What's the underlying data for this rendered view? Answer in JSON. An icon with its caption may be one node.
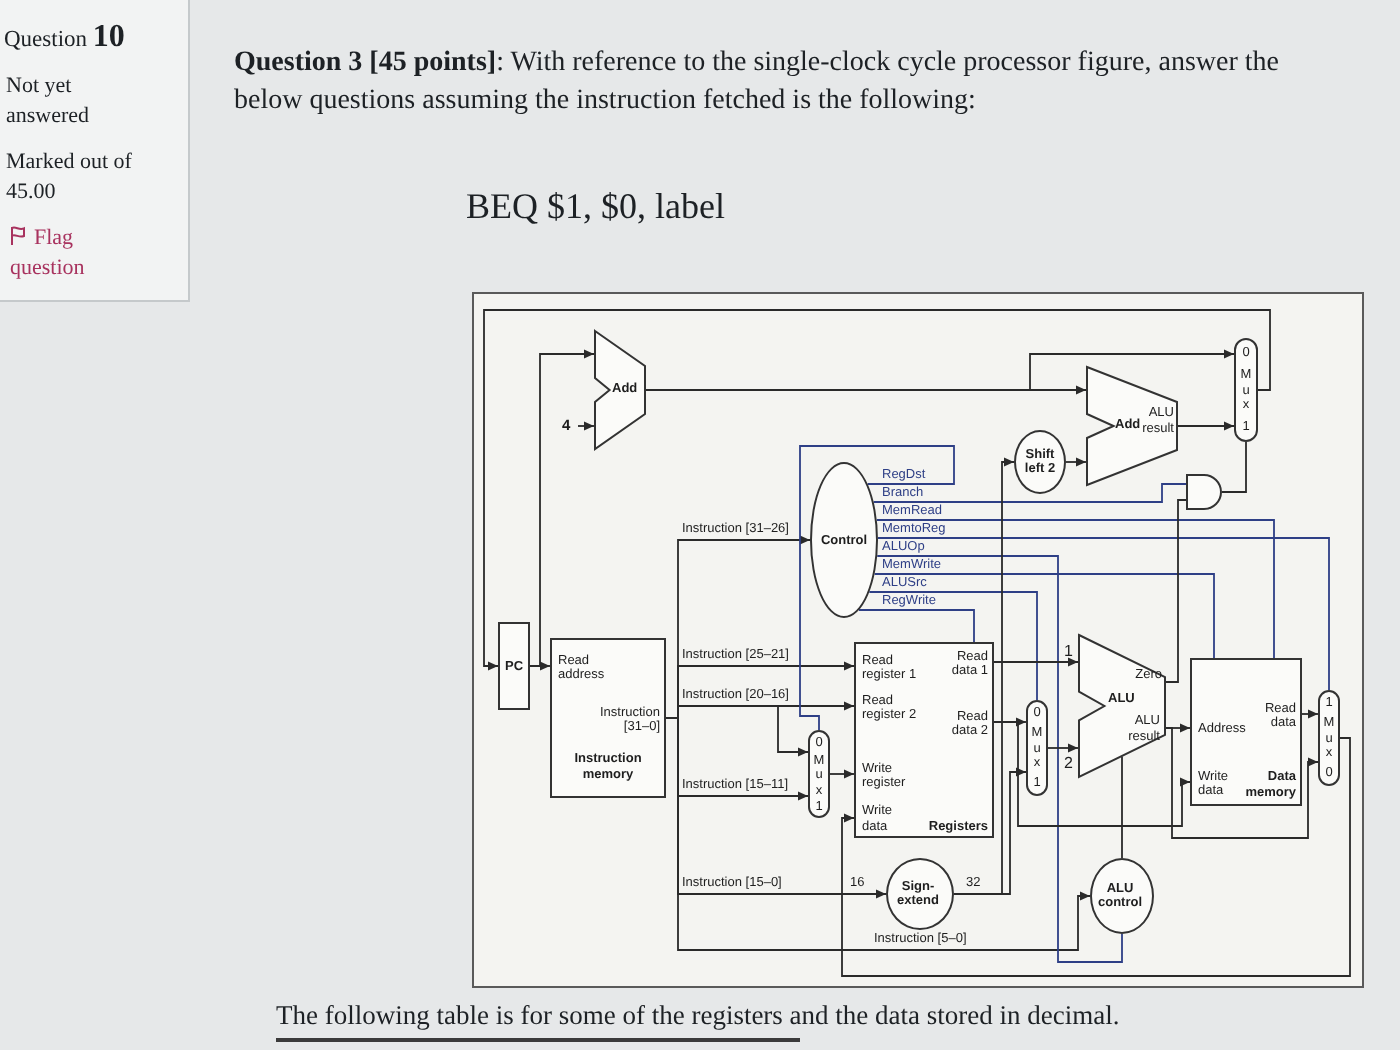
{
  "diagram": {
    "nodes": [
      {
        "text": [
          "PC"
        ]
      },
      {
        "text": [
          "Read address",
          "Instruction [31–0]",
          "Instruction memory"
        ]
      },
      {
        "text": [
          "Add"
        ]
      },
      {
        "text": [
          "4"
        ]
      },
      {
        "text": [
          "Control"
        ]
      },
      {
        "text": [
          "Read register 1",
          "Read register 2",
          "Write register",
          "Write data",
          "Read data 1",
          "Read data 2",
          "Registers"
        ]
      },
      {
        "text": [
          "0",
          "Mux",
          "1"
        ]
      },
      {
        "text": [
          "Sign-extend"
        ]
      },
      {
        "text": [
          "Shift left 2"
        ]
      },
      {
        "text": [
          "Add",
          "ALU result"
        ]
      },
      {
        "text": [
          "0",
          "Mux",
          "1"
        ]
      },
      {
        "text": [],
        "shape": "gate"
      },
      {
        "text": [
          "0",
          "Mux",
          "1"
        ]
      },
      {
        "text": [
          "ALU",
          "Zero",
          "ALU result"
        ]
      },
      {
        "text": [
          "ALU control"
        ]
      },
      {
        "text": [
          "Address",
          "Read data",
          "Write data",
          "Data memory"
        ]
      },
      {
        "text": [
          "1",
          "Mux",
          "0"
        ]
      }
    ],
    "edges": [
      {
        "from": 0,
        "to": 1,
        "arrow": "to"
      },
      {
        "from": 0,
        "to": 2,
        "arrow": "to"
      },
      {
        "from": 3,
        "to": 2,
        "arrow": "to"
      },
      {
        "from": 2,
        "to": 10,
        "arrow": "to"
      },
      {
        "from": 2,
        "to": 9,
        "arrow": "to"
      },
      {
        "from": 1,
        "to": 4,
        "arrow": "to",
        "label": "Instruction [31–26]"
      },
      {
        "from": 1,
        "to": 5,
        "arrow": "to",
        "label": "Instruction [25–21]"
      },
      {
        "from": 1,
        "to": 5,
        "arrow": "to",
        "label": "Instruction [20–16]"
      },
      {
        "from": 1,
        "to": 6,
        "arrow": "to"
      },
      {
        "from": 1,
        "to": 6,
        "arrow": "to",
        "label": "Instruction [15–11]"
      },
      {
        "from": 1,
        "to": 7,
        "arrow": "to",
        "label": "Instruction [15–0]"
      },
      {
        "from": 1,
        "to": 14,
        "arrow": "to",
        "label": "Instruction [5–0]"
      },
      {
        "from": 4,
        "to": 6,
        "arrow": "none",
        "label": "RegDst",
        "color": "#2e3f86"
      },
      {
        "from": 4,
        "to": 11,
        "arrow": "none",
        "label": "Branch",
        "color": "#2e3f86"
      },
      {
        "from": 4,
        "to": 15,
        "arrow": "none",
        "label": "MemRead",
        "color": "#2e3f86"
      },
      {
        "from": 4,
        "to": 16,
        "arrow": "none",
        "label": "MemtoReg",
        "color": "#2e3f86"
      },
      {
        "from": 4,
        "to": 14,
        "arrow": "none",
        "label": "ALUOp",
        "color": "#2e3f86"
      },
      {
        "from": 4,
        "to": 15,
        "arrow": "none",
        "label": "MemWrite",
        "color": "#2e3f86"
      },
      {
        "from": 4,
        "to": 12,
        "arrow": "none",
        "label": "ALUSrc",
        "color": "#2e3f86"
      },
      {
        "from": 4,
        "to": 5,
        "arrow": "none",
        "label": "RegWrite",
        "color": "#2e3f86"
      },
      {
        "from": 6,
        "to": 5,
        "arrow": "to"
      },
      {
        "from": 7,
        "to": 8,
        "arrow": "to"
      },
      {
        "from": 7,
        "to": 12,
        "arrow": "to"
      },
      {
        "from": 8,
        "to": 9,
        "arrow": "to"
      },
      {
        "from": 9,
        "to": 10,
        "arrow": "to"
      },
      {
        "from": 11,
        "to": 10,
        "arrow": "none"
      },
      {
        "from": 10,
        "to": 0,
        "arrow": "to"
      },
      {
        "from": 5,
        "to": 13,
        "arrow": "to",
        "label": "1"
      },
      {
        "from": 5,
        "to": 12,
        "arrow": "to"
      },
      {
        "from": 5,
        "to": 15,
        "arrow": "to"
      },
      {
        "from": 12,
        "to": 13,
        "arrow": "to",
        "label": "2"
      },
      {
        "from": 13,
        "to": 11,
        "arrow": "none"
      },
      {
        "from": 13,
        "to": 15,
        "arrow": "to"
      },
      {
        "from": 13,
        "to": 16,
        "arrow": "to"
      },
      {
        "from": 14,
        "to": 13,
        "arrow": "none"
      },
      {
        "from": 15,
        "to": 16,
        "arrow": "to"
      },
      {
        "from": 16,
        "to": 5,
        "arrow": "to"
      }
    ],
    "labels": [
      "Question **10**",
      "Not yet answered",
      "Marked out of 45.00",
      "Flag question",
      "**Question 3 [45 points]**: With reference to the single-clock cycle processor figure, answer the below questions assuming the instruction fetched is the following:",
      "BEQ $1, $0, label",
      "16",
      "32",
      "The following table is for some of the registers and the data stored in decimal."
    ]
  }
}
